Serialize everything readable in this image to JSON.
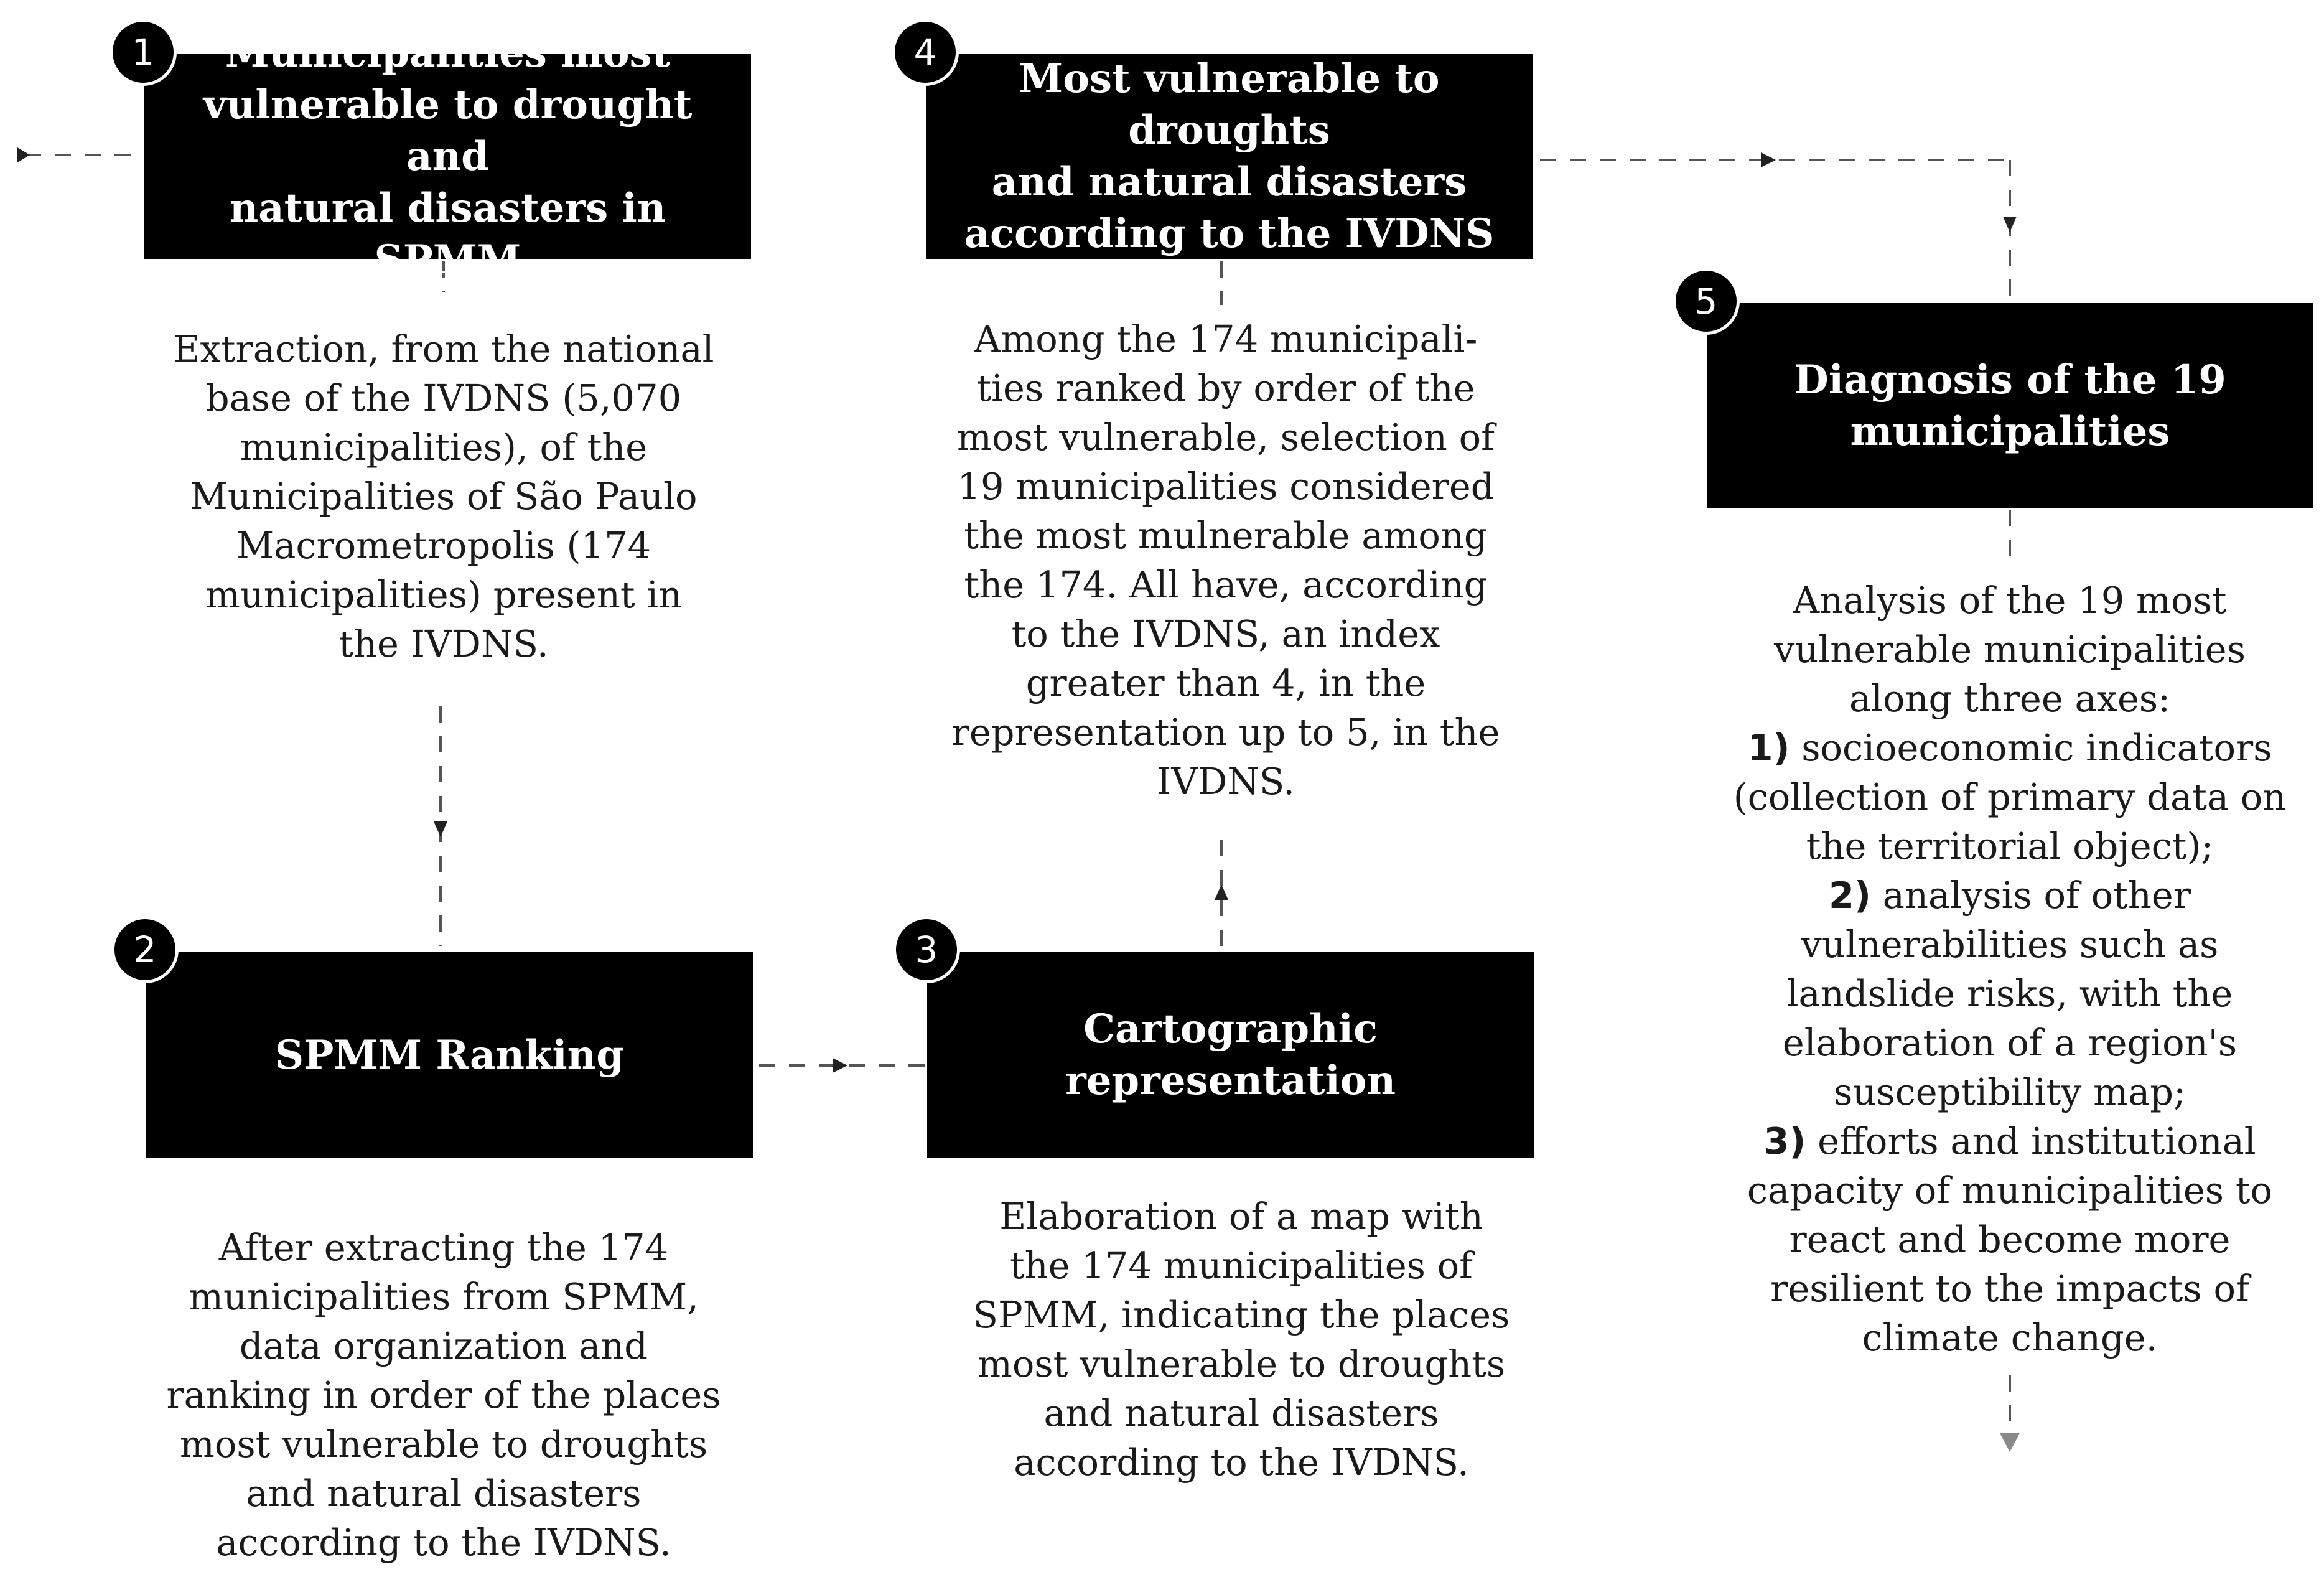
{
  "steps": [
    {
      "number": "1",
      "title": "Municipalities most vulnerable to drought and natural disasters in SPMM",
      "title_lines": [
        "Municipalities most",
        "vulnerable to drought and",
        "natural disasters in SPMM"
      ],
      "description": "Extraction, from the national base of the IVDNS (5,070 municipalities), of the Municipalities of São Paulo Macrometropolis (174 municipalities) present in the IVDNS.",
      "description_lines": [
        "Extraction, from the national",
        "base of the IVDNS (5,070",
        "municipalities), of the",
        "Municipalities of São Paulo",
        "Macrometropolis (174",
        "municipalities) present in",
        "the IVDNS."
      ]
    },
    {
      "number": "2",
      "title": "SPMM Ranking",
      "title_lines": [
        "SPMM Ranking"
      ],
      "description": "After extracting the 174 municipalities from SPMM, data organization and ranking in order of the places most vulnerable to droughts and natural disasters according to the IVDNS.",
      "description_lines": [
        "After extracting the 174",
        "municipalities from SPMM,",
        "data organization and",
        "ranking in order of the places",
        "most vulnerable to droughts",
        "and natural disasters",
        "according to the IVDNS."
      ]
    },
    {
      "number": "3",
      "title": "Cartographic representation",
      "title_lines": [
        "Cartographic",
        "representation"
      ],
      "description": "Elaboration of a map with the 174 municipalities of SPMM, indicating the places most vulnerable to droughts and natural disasters according to the IVDNS.",
      "description_lines": [
        "Elaboration of a map with",
        "the 174 municipalities of",
        "SPMM, indicating the places",
        "most vulnerable to droughts",
        "and natural disasters",
        "according to the IVDNS."
      ]
    },
    {
      "number": "4",
      "title": "Most vulnerable to droughts and natural disasters according to the IVDNS",
      "title_lines": [
        "Most vulnerable to droughts",
        "and natural disasters",
        "according to the IVDNS"
      ],
      "description": "Among the 174 municipalities ranked by order of the most vulnerable, selection of 19 municipalities considered the most mulnerable among the 174. All have, according to the IVDNS, an index greater than 4, in the representation up to 5, in the IVDNS.",
      "description_lines": [
        "Among the 174 municipali-",
        "ties ranked by order of the",
        "most vulnerable, selection of",
        "19 municipalities considered",
        "the most mulnerable among",
        "the 174. All have, according",
        "to the IVDNS, an index",
        "greater than 4, in the",
        "representation up to 5, in the",
        "IVDNS."
      ]
    },
    {
      "number": "5",
      "title": "Diagnosis of the 19 municipalities",
      "title_lines": [
        "Diagnosis of the 19",
        "municipalities"
      ],
      "description_intro_lines": [
        "Analysis of the 19 most",
        "vulnerable municipalities",
        "along three axes:"
      ],
      "axes": [
        {
          "marker": "1)",
          "lines": [
            " socioeconomic indicators",
            "(collection of primary data on",
            "the territorial object);"
          ]
        },
        {
          "marker": "2)",
          "lines": [
            " analysis of other",
            "vulnerabilities such as",
            "landslide risks, with the",
            "elaboration of a region's",
            "susceptibility map;"
          ]
        },
        {
          "marker": "3)",
          "lines": [
            " efforts and institutional",
            "capacity of municipalities to",
            "react and become more",
            "resilient to the impacts of",
            "climate change."
          ]
        }
      ]
    }
  ],
  "colors": {
    "box_fill": "#000000",
    "box_text": "#ffffff",
    "body_text": "#1a1a1a",
    "connector": "#555555",
    "end_arrow": "#8a8a8a"
  }
}
